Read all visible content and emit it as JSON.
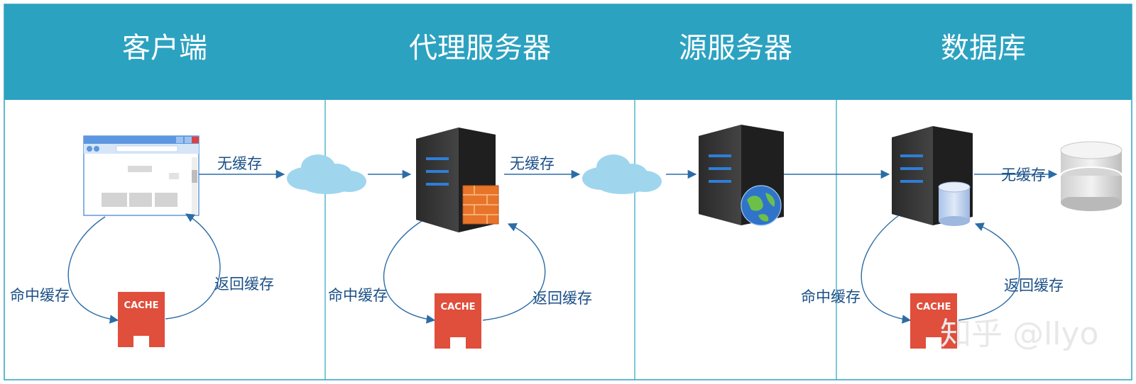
{
  "columns": [
    {
      "title": "客户端"
    },
    {
      "title": "代理服务器"
    },
    {
      "title": "源服务器"
    },
    {
      "title": "数据库"
    }
  ],
  "labels": {
    "no_cache": "无缓存",
    "cache_hit": "命中缓存",
    "return_cache": "返回缓存",
    "cache_badge": "CACHE"
  },
  "watermark": "知乎 @llyo",
  "colors": {
    "header": "#2ca2c1",
    "arrow": "#2b6ca6",
    "label": "#1a4f86",
    "cache": "#e04e3c",
    "cloud": "#9fd6ee"
  }
}
